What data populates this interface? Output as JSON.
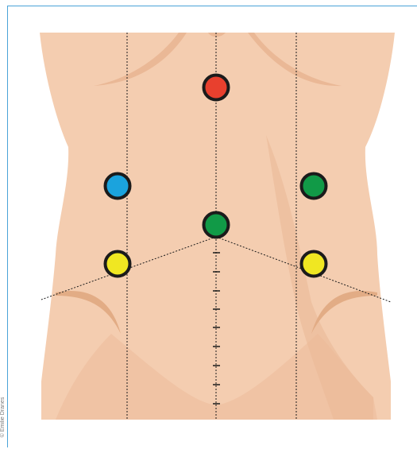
{
  "credit": "© Emilie Dranes",
  "colors": {
    "frame": "#4aa3d8",
    "skin": "#f4cdb0",
    "skin_shadow": "#eab896",
    "outline": "#1b1b1b",
    "red": "#e8402e",
    "blue": "#1ba3dd",
    "green": "#119a47",
    "yellow": "#f0e722"
  },
  "markers": [
    {
      "name": "marker-upper-center",
      "color": "red"
    },
    {
      "name": "marker-left-mid",
      "color": "blue"
    },
    {
      "name": "marker-right-mid",
      "color": "green"
    },
    {
      "name": "marker-umbilical",
      "color": "green"
    },
    {
      "name": "marker-left-lower",
      "color": "yellow"
    },
    {
      "name": "marker-right-lower",
      "color": "yellow"
    }
  ]
}
